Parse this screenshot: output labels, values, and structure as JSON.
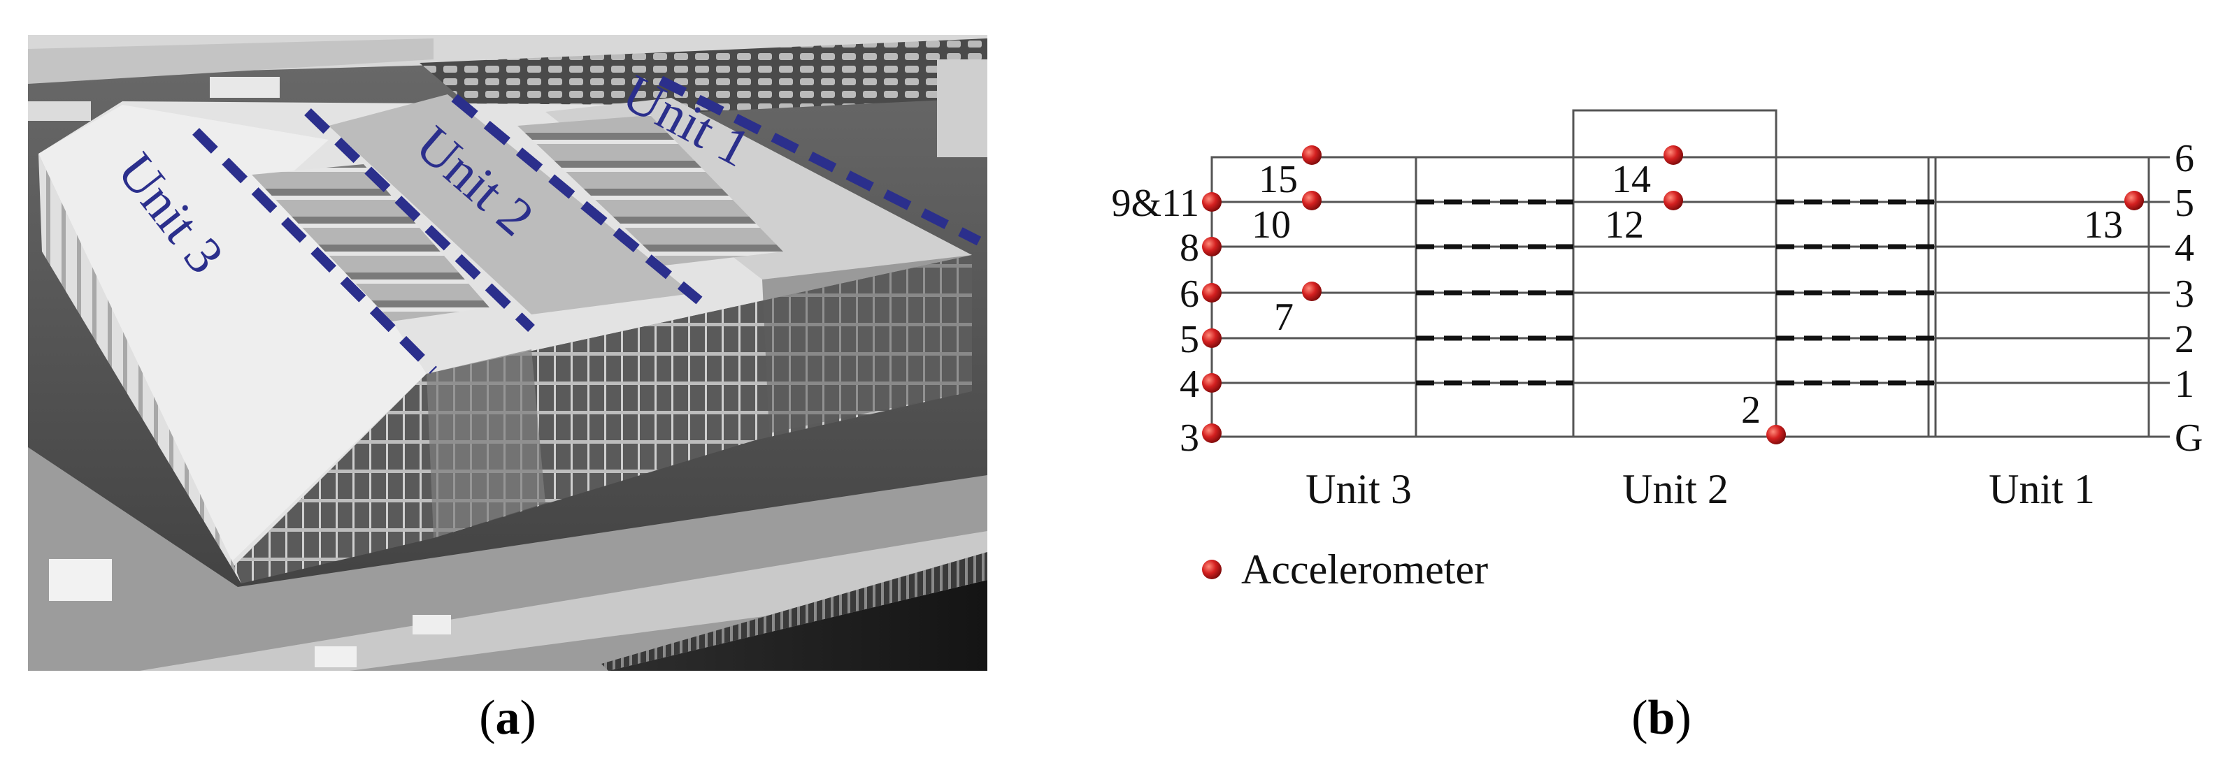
{
  "photo": {
    "unit_labels": [
      "Unit 1",
      "Unit 2",
      "Unit 3"
    ],
    "overlay_color": "#2b2f8c"
  },
  "schematic": {
    "unit_labels": [
      "Unit 3",
      "Unit 2",
      "Unit 1"
    ],
    "floor_labels": [
      "6",
      "5",
      "4",
      "3",
      "2",
      "1",
      "G"
    ],
    "left_labels": [
      "9&11",
      "8",
      "6",
      "5",
      "4",
      "3"
    ],
    "sensor_labels": [
      "15",
      "10",
      "7",
      "14",
      "12",
      "2",
      "13"
    ],
    "legend_label": "Accelerometer",
    "sensor_color": "#d42020"
  },
  "captions": {
    "a": {
      "open": "(",
      "letter": "a",
      "close": ")"
    },
    "b": {
      "open": "(",
      "letter": "b",
      "close": ")"
    }
  }
}
